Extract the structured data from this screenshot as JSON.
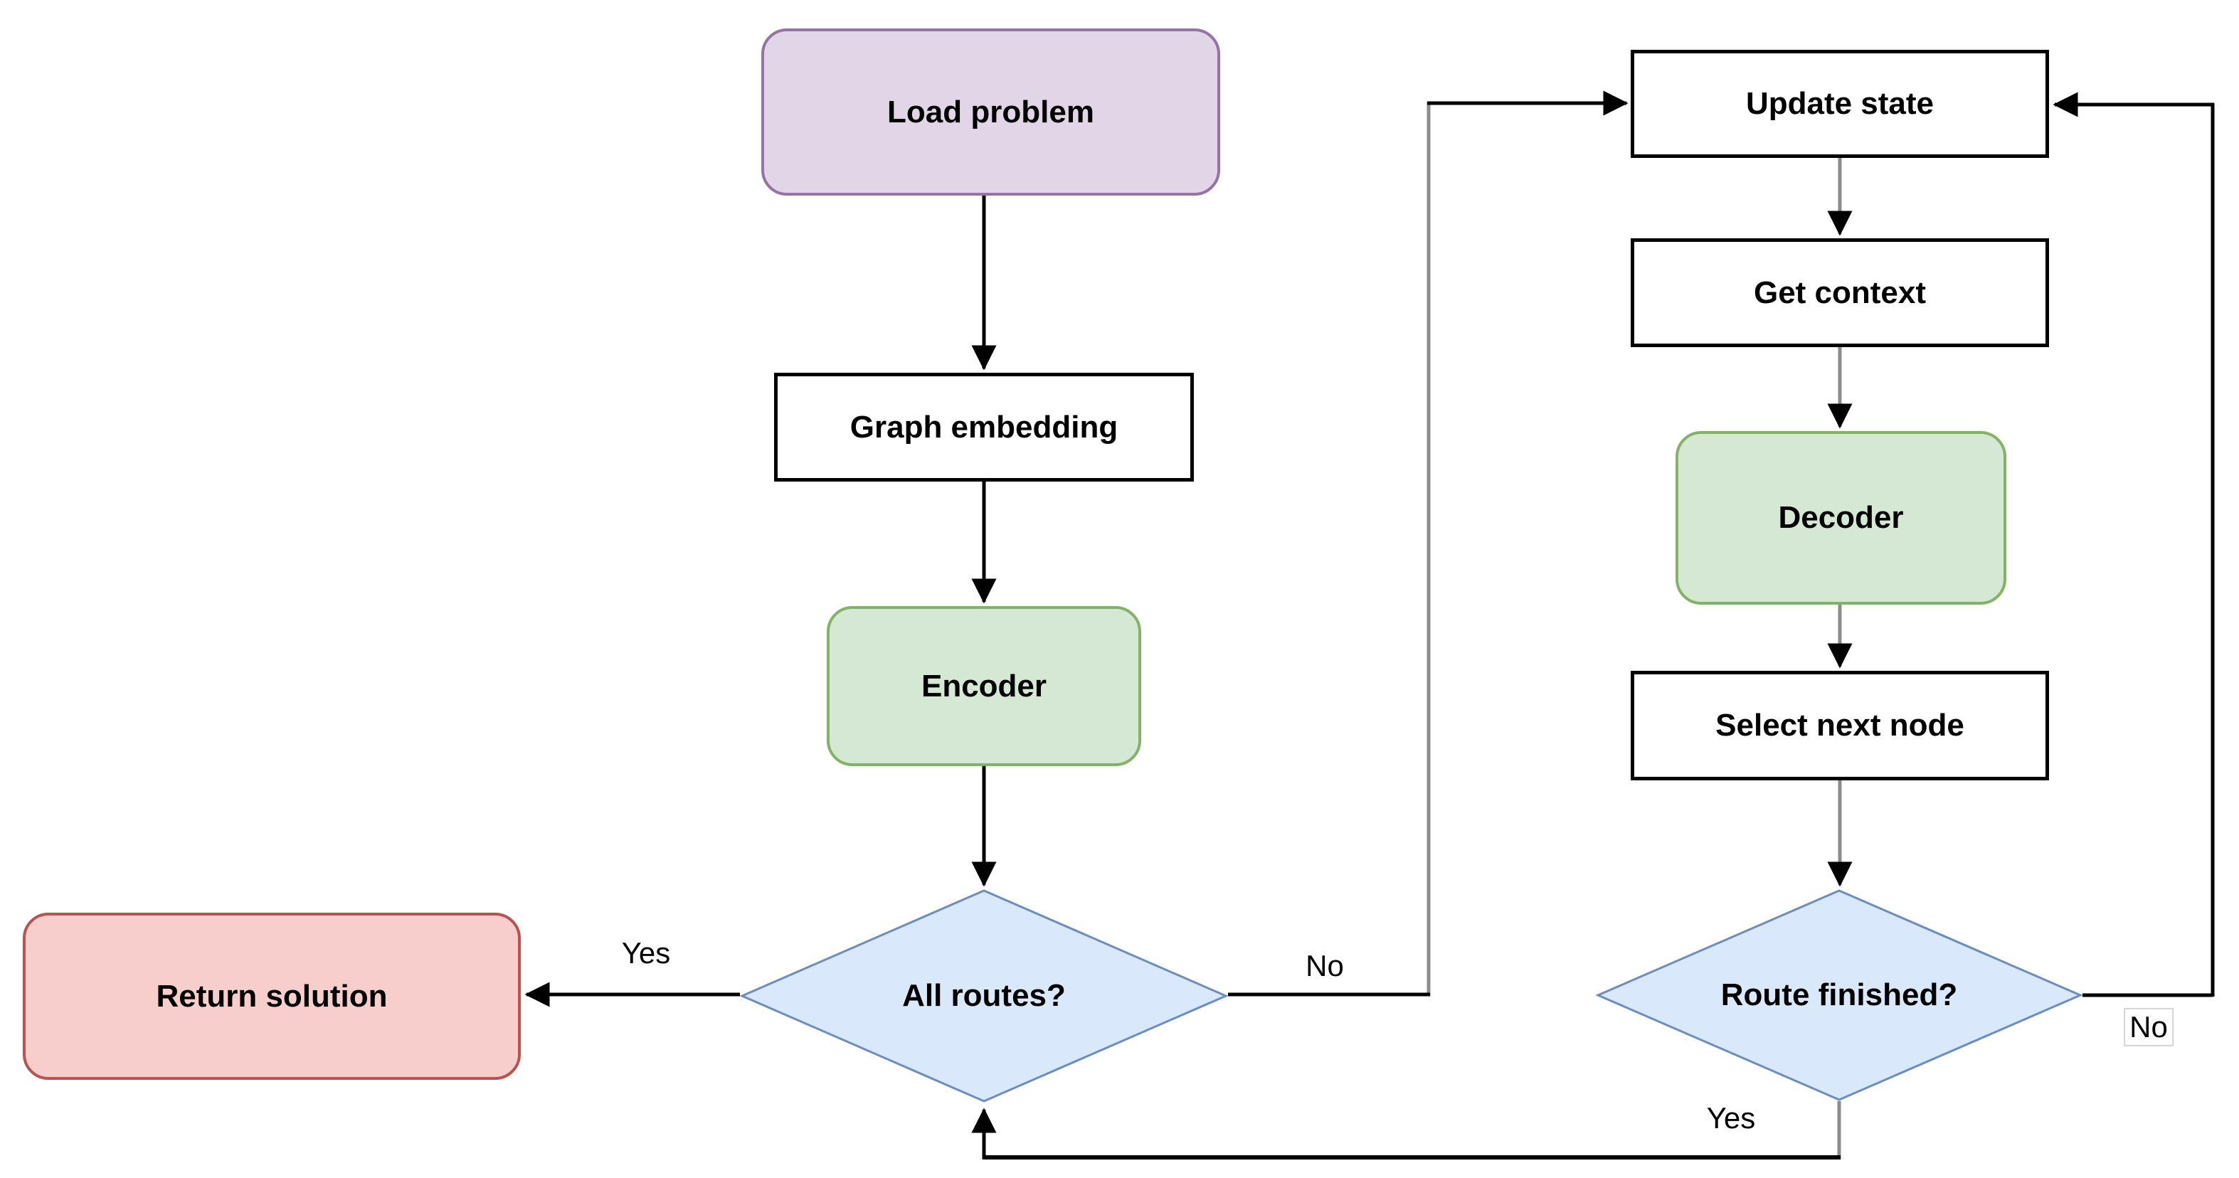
{
  "diagram": {
    "type": "flowchart",
    "background": "#ffffff",
    "colors": {
      "purple_fill": "#E1D5E7",
      "purple_stroke": "#9673A6",
      "green_fill": "#D5E8D4",
      "green_stroke": "#82B366",
      "red_fill": "#F8CECC",
      "red_stroke": "#B85450",
      "blue_fill": "#DAE8FC",
      "blue_stroke": "#6C8EBF",
      "line_black": "#000000",
      "line_gray": "#8c8c8c"
    },
    "nodes": {
      "load_problem": {
        "label": "Load problem",
        "shape": "rounded-rect",
        "fill": "#E1D5E7"
      },
      "graph_embedding": {
        "label": "Graph embedding",
        "shape": "rect",
        "fill": "#FFFFFF"
      },
      "encoder": {
        "label": "Encoder",
        "shape": "rounded-rect",
        "fill": "#D5E8D4"
      },
      "all_routes": {
        "label": "All routes?",
        "shape": "diamond",
        "fill": "#DAE8FC"
      },
      "return_solution": {
        "label": "Return solution",
        "shape": "rounded-rect",
        "fill": "#F8CECC"
      },
      "update_state": {
        "label": "Update state",
        "shape": "rect",
        "fill": "#FFFFFF"
      },
      "get_context": {
        "label": "Get context",
        "shape": "rect",
        "fill": "#FFFFFF"
      },
      "decoder": {
        "label": "Decoder",
        "shape": "rounded-rect",
        "fill": "#D5E8D4"
      },
      "select_next_node": {
        "label": "Select next node",
        "shape": "rect",
        "fill": "#FFFFFF"
      },
      "route_finished": {
        "label": "Route finished?",
        "shape": "diamond",
        "fill": "#DAE8FC"
      }
    },
    "edge_labels": {
      "all_routes_yes": "Yes",
      "all_routes_no": "No",
      "route_finished_no": "No",
      "route_finished_yes": "Yes"
    },
    "edges": [
      {
        "from": "load_problem",
        "to": "graph_embedding",
        "label": ""
      },
      {
        "from": "graph_embedding",
        "to": "encoder",
        "label": ""
      },
      {
        "from": "encoder",
        "to": "all_routes",
        "label": ""
      },
      {
        "from": "all_routes",
        "to": "return_solution",
        "label": "Yes"
      },
      {
        "from": "all_routes",
        "to": "update_state",
        "label": "No"
      },
      {
        "from": "update_state",
        "to": "get_context",
        "label": ""
      },
      {
        "from": "get_context",
        "to": "decoder",
        "label": ""
      },
      {
        "from": "decoder",
        "to": "select_next_node",
        "label": ""
      },
      {
        "from": "select_next_node",
        "to": "route_finished",
        "label": ""
      },
      {
        "from": "route_finished",
        "to": "update_state",
        "label": "No"
      },
      {
        "from": "route_finished",
        "to": "all_routes",
        "label": "Yes"
      }
    ]
  }
}
